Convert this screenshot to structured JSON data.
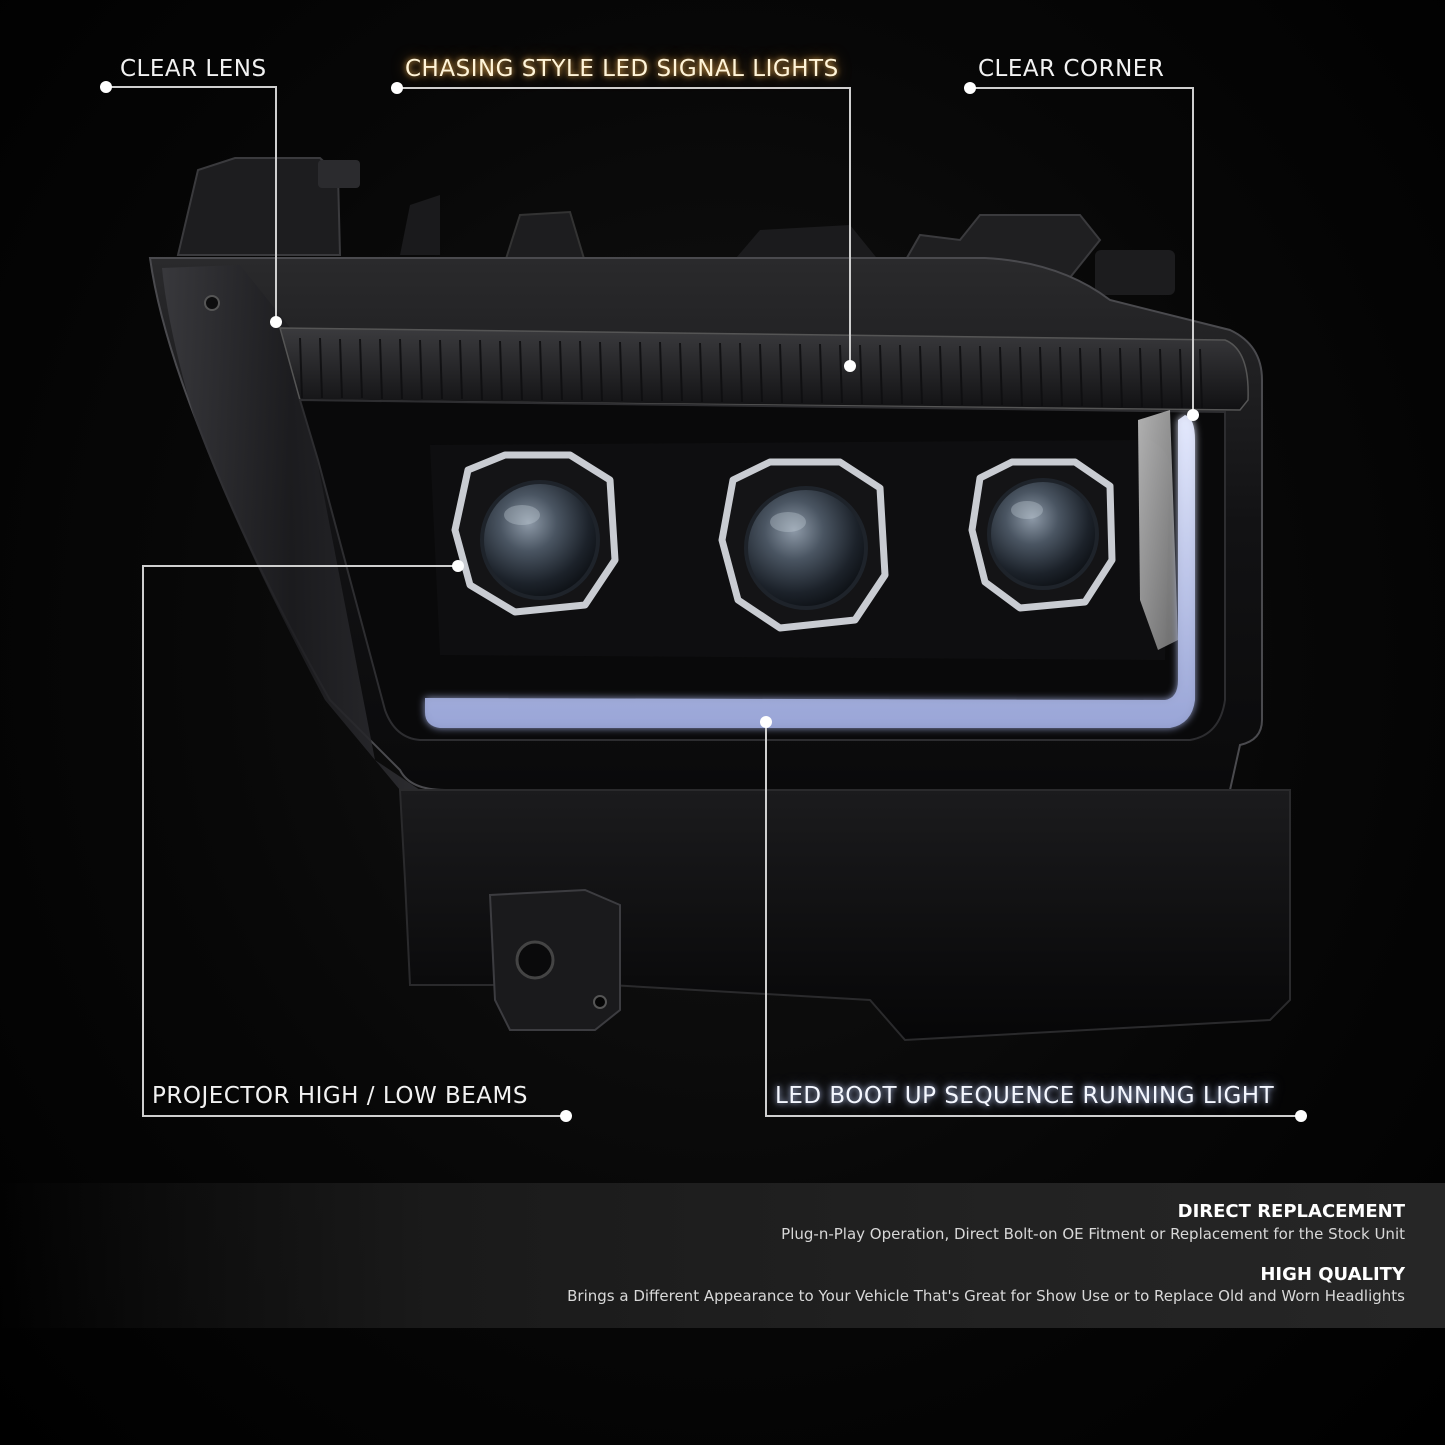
{
  "callouts": {
    "clear_lens": "CLEAR LENS",
    "chasing_signal": "CHASING STYLE LED SIGNAL LIGHTS",
    "clear_corner": "CLEAR CORNER",
    "projector_beams": "PROJECTOR HIGH / LOW BEAMS",
    "boot_up_light": "LED BOOT UP SEQUENCE RUNNING LIGHT"
  },
  "features": [
    {
      "title": "DIRECT REPLACEMENT",
      "description": "Plug-n-Play Operation, Direct Bolt-on OE Fitment or Replacement for the Stock Unit"
    },
    {
      "title": "HIGH QUALITY",
      "description": "Brings a Different Appearance to Your Vehicle That's Great for Show Use or to Replace Old and Worn Headlights"
    }
  ],
  "colors": {
    "background": "#000000",
    "signal_glow": "#ffb34a",
    "drl_glow": "#c8d4ff",
    "callout_text": "#f2f2f2"
  }
}
